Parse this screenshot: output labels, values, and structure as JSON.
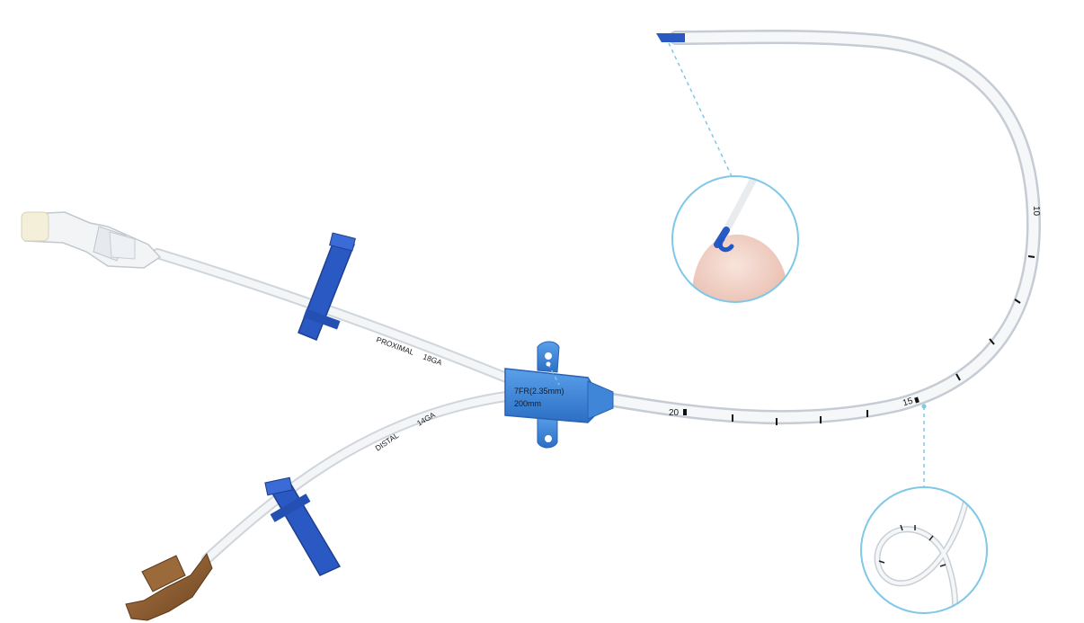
{
  "labels": {
    "proximal_line": "PROXIMAL",
    "proximal_gauge": "18GA",
    "distal_line": "DISTAL",
    "distal_gauge": "14GA",
    "hub_size": "7FR(2.35mm)",
    "hub_length": "200mm",
    "depth_mark_20": "20",
    "depth_mark_15": "15",
    "depth_mark_10": "10"
  },
  "colors": {
    "clamp_blue": "#2b59c3",
    "hub_blue": "#3b82d9",
    "callout_line": "#7fc8e8",
    "tubing": "#eef1f4",
    "catheter": "#f7f8fa",
    "luer_amber": "#8a5a2b"
  },
  "icons": {
    "tip_callout": "magnified-catheter-tip",
    "loop_callout": "magnified-catheter-loop"
  }
}
